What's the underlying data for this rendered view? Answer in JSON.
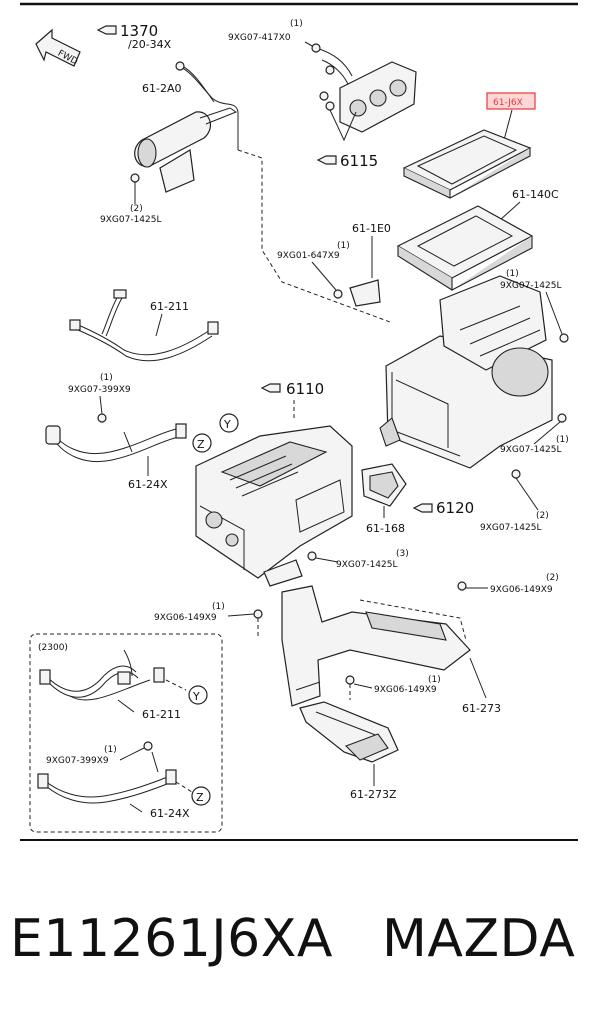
{
  "callouts": {
    "ref_1370": "1370",
    "dim_20_34x": "/20-34X",
    "fwd": "FWD",
    "qty_1_a": "(1)",
    "bolt_417x0": "9XG07-417X0",
    "p_61_2a0": "61-2A0",
    "p_61_j6x": "61-J6X",
    "ref_6115": "6115",
    "p_61_140c": "61-140C",
    "qty_2_a": "(2)",
    "bolt_1425l_a": "9XG07-1425L",
    "p_61_1e0": "61-1E0",
    "qty_1_b": "(1)",
    "bolt_647x9": "9XG01-647X9",
    "qty_1_c": "(1)",
    "bolt_1425l_b": "9XG07-1425L",
    "p_61_211_a": "61-211",
    "qty_1_d": "(1)",
    "bolt_399x9_a": "9XG07-399X9",
    "ref_6110": "6110",
    "y_a": "Y",
    "z_a": "Z",
    "qty_1_e": "(1)",
    "bolt_1425l_c": "9XG07-1425L",
    "p_61_24x_a": "61-24X",
    "p_61_168": "61-168",
    "ref_6120": "6120",
    "qty_2_b": "(2)",
    "bolt_1425l_d": "9XG07-1425L",
    "qty_3": "(3)",
    "bolt_1425l_e": "9XG07-1425L",
    "qty_2_c": "(2)",
    "bolt_149x9_a": "9XG06-149X9",
    "qty_1_f": "(1)",
    "bolt_149x9_b": "9XG06-149X9",
    "ref_2300": "(2300)",
    "y_b": "Y",
    "qty_1_g": "(1)",
    "bolt_149x9_c": "9XG06-149X9",
    "p_61_273": "61-273",
    "p_61_211_b": "61-211",
    "qty_1_h": "(1)",
    "bolt_399x9_b": "9XG07-399X9",
    "z_b": "Z",
    "p_61_273z": "61-273Z",
    "p_61_24x_b": "61-24X"
  },
  "caption": {
    "part_number": "E11261J6XA",
    "brand": "MAZDA"
  },
  "colors": {
    "highlight_border": "#e23b3b",
    "highlight_fill": "#ffd6d6",
    "line": "#222222"
  }
}
